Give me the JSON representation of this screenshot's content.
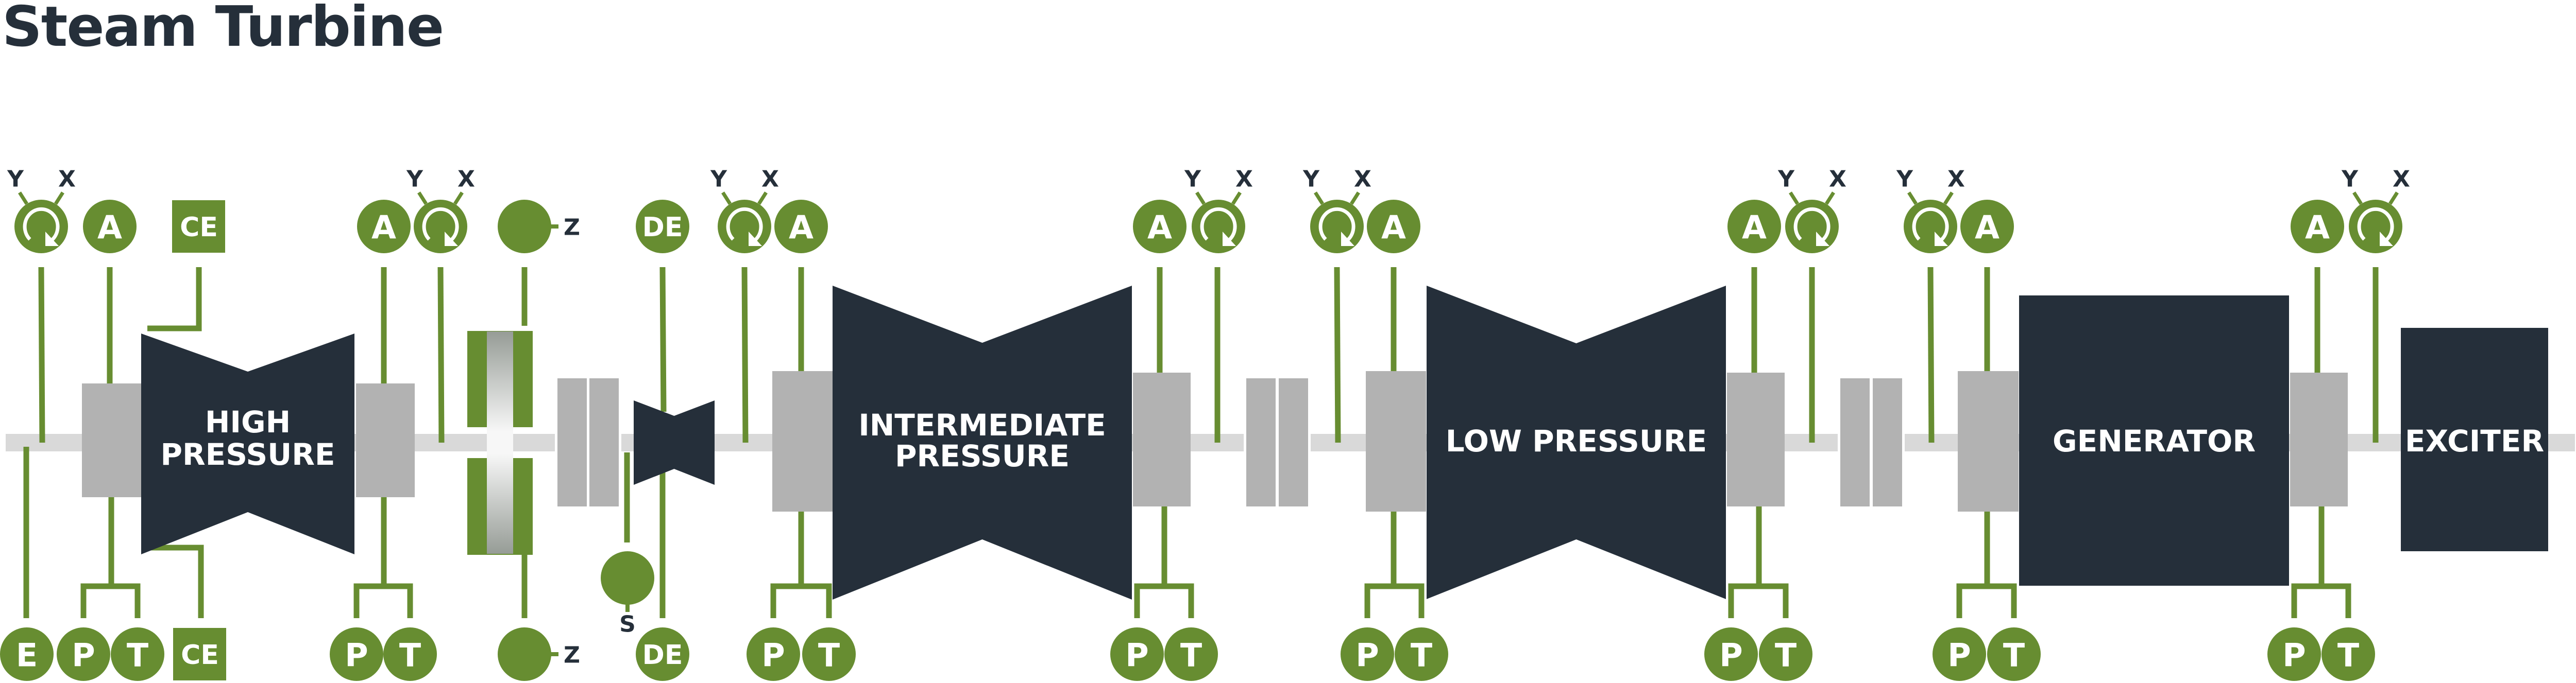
{
  "title": "Steam Turbine",
  "colors": {
    "sensor": "#678d31",
    "machine": "#252f3a",
    "bearing": "#b2b2b2",
    "shaft": "#d9d9d9",
    "text_dark": "#252f3a",
    "text_light": "#ffffff"
  },
  "machines": [
    {
      "id": "hp",
      "label_lines": [
        "HIGH",
        "PRESSURE"
      ],
      "shape": "turbine"
    },
    {
      "id": "small",
      "label_lines": [],
      "shape": "turbine"
    },
    {
      "id": "ip",
      "label_lines": [
        "INTERMEDIATE",
        "PRESSURE"
      ],
      "shape": "turbine"
    },
    {
      "id": "lp",
      "label_lines": [
        "LOW PRESSURE"
      ],
      "shape": "turbine"
    },
    {
      "id": "gen",
      "label_lines": [
        "GENERATOR"
      ],
      "shape": "box"
    },
    {
      "id": "exc",
      "label_lines": [
        "EXCITER"
      ],
      "shape": "box"
    }
  ],
  "sensor_legend_letters": {
    "A": "A",
    "P": "P",
    "T": "T",
    "E": "E",
    "CE": "CE",
    "DE": "DE",
    "Z": "Z",
    "S": "S",
    "X": "X",
    "Y": "Y"
  },
  "top_sensors": [
    {
      "type": "rotation",
      "x_label": "X",
      "y_label": "Y"
    },
    {
      "type": "circle",
      "text": "A"
    },
    {
      "type": "box",
      "text": "CE"
    },
    {
      "type": "circle",
      "text": "A"
    },
    {
      "type": "rotation",
      "x_label": "X",
      "y_label": "Y"
    },
    {
      "type": "blank",
      "side_label": "Z"
    },
    {
      "type": "circle",
      "text": "DE"
    },
    {
      "type": "rotation",
      "x_label": "X",
      "y_label": "Y"
    },
    {
      "type": "circle",
      "text": "A"
    },
    {
      "type": "circle",
      "text": "A"
    },
    {
      "type": "rotation",
      "x_label": "X",
      "y_label": "Y"
    },
    {
      "type": "rotation",
      "x_label": "X",
      "y_label": "Y"
    },
    {
      "type": "circle",
      "text": "A"
    },
    {
      "type": "circle",
      "text": "A"
    },
    {
      "type": "rotation",
      "x_label": "X",
      "y_label": "Y"
    },
    {
      "type": "rotation",
      "x_label": "X",
      "y_label": "Y"
    },
    {
      "type": "circle",
      "text": "A"
    },
    {
      "type": "circle",
      "text": "A"
    },
    {
      "type": "rotation",
      "x_label": "X",
      "y_label": "Y"
    }
  ],
  "bottom_sensors": [
    {
      "type": "circle",
      "text": "E"
    },
    {
      "type": "circle",
      "text": "P"
    },
    {
      "type": "circle",
      "text": "T"
    },
    {
      "type": "box",
      "text": "CE"
    },
    {
      "type": "circle",
      "text": "P"
    },
    {
      "type": "circle",
      "text": "T"
    },
    {
      "type": "blank",
      "side_label": "Z"
    },
    {
      "type": "blank",
      "side_label": "S"
    },
    {
      "type": "circle",
      "text": "DE"
    },
    {
      "type": "circle",
      "text": "P"
    },
    {
      "type": "circle",
      "text": "T"
    },
    {
      "type": "circle",
      "text": "P"
    },
    {
      "type": "circle",
      "text": "T"
    },
    {
      "type": "circle",
      "text": "P"
    },
    {
      "type": "circle",
      "text": "T"
    },
    {
      "type": "circle",
      "text": "P"
    },
    {
      "type": "circle",
      "text": "T"
    },
    {
      "type": "circle",
      "text": "P"
    },
    {
      "type": "circle",
      "text": "T"
    },
    {
      "type": "circle",
      "text": "P"
    },
    {
      "type": "circle",
      "text": "T"
    }
  ]
}
